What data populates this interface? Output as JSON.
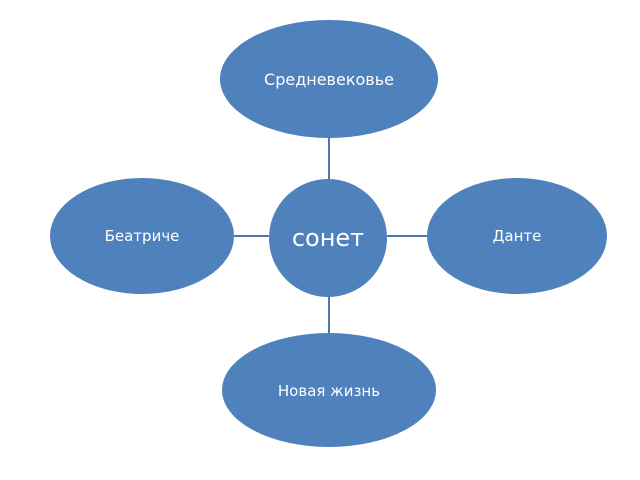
{
  "diagram": {
    "center": {
      "label": "сонет"
    },
    "nodes": [
      {
        "id": "top",
        "label": "Средневековье"
      },
      {
        "id": "left",
        "label": "Беатриче"
      },
      {
        "id": "right",
        "label": "Данте"
      },
      {
        "id": "bottom",
        "label": "Новая жизнь"
      }
    ],
    "colors": {
      "fill": "#4f81bd",
      "line": "#4a77ad",
      "text": "#ffffff"
    }
  }
}
